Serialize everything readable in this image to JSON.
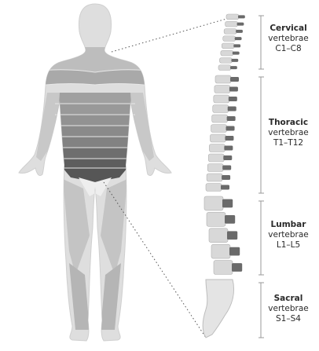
{
  "colors": {
    "background": "#ffffff",
    "body_base": "#dedede",
    "band_light": "#bdbdbd",
    "band_mid": "#8f8f8f",
    "band_dark": "#5a5a5a",
    "vertebra_light": "#d8d8d8",
    "vertebra_dark": "#6a6a6a",
    "bracket": "#9a9a9a",
    "text": "#2a2a2a"
  },
  "regions": [
    {
      "id": "cervical",
      "title": "Cervical",
      "sub": "vertebrae",
      "range": "C1–C8"
    },
    {
      "id": "thoracic",
      "title": "Thoracic",
      "sub": "vertebrae",
      "range": "T1–T12"
    },
    {
      "id": "lumbar",
      "title": "Lumbar",
      "sub": "vertebrae",
      "range": "L1–L5"
    },
    {
      "id": "sacral",
      "title": "Sacral",
      "sub": "vertebrae",
      "range": "S1–S4"
    }
  ]
}
